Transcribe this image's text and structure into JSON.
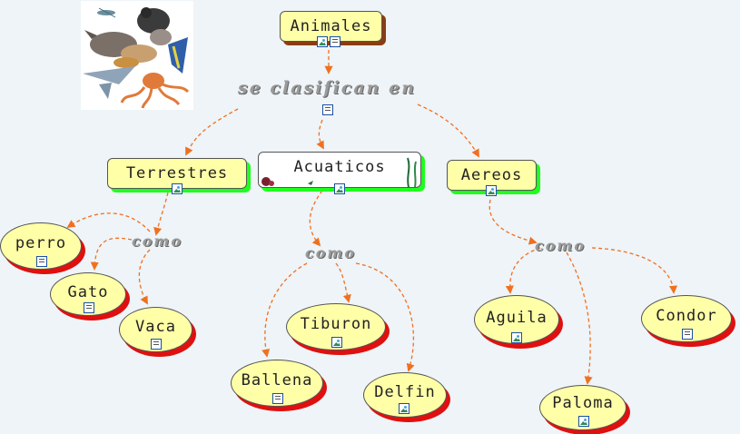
{
  "nodes": {
    "animales": {
      "label": "Animales",
      "badges": [
        "img",
        "doc"
      ]
    },
    "terrestres": {
      "label": "Terrestres",
      "badges": [
        "img"
      ]
    },
    "acuaticos": {
      "label": "Acuaticos",
      "badges": [
        "img"
      ]
    },
    "aereos": {
      "label": "Aereos",
      "badges": [
        "img"
      ]
    },
    "perro": {
      "label": "perro",
      "badges": [
        "doc"
      ]
    },
    "gato": {
      "label": "Gato",
      "badges": [
        "doc"
      ]
    },
    "vaca": {
      "label": "Vaca",
      "badges": [
        "doc"
      ]
    },
    "tiburon": {
      "label": "Tiburon",
      "badges": [
        "img"
      ]
    },
    "ballena": {
      "label": "Ballena",
      "badges": [
        "doc"
      ]
    },
    "delfin": {
      "label": "Delfin",
      "badges": [
        "img"
      ]
    },
    "aguila": {
      "label": "Aguila",
      "badges": [
        "img"
      ]
    },
    "paloma": {
      "label": "Paloma",
      "badges": [
        "img"
      ]
    },
    "condor": {
      "label": "Condor",
      "badges": [
        "doc"
      ]
    }
  },
  "link_phrases": {
    "clasifican": "se clasifican en",
    "como_terrestres": "como",
    "como_acuaticos": "como",
    "como_aereos": "como"
  },
  "colors": {
    "arrow": "#f07020",
    "node_fill": "#ffffa8",
    "rect_shadow": "#1dff1d",
    "oval_shadow": "#e01010",
    "link_text": "#9a9a9a"
  }
}
